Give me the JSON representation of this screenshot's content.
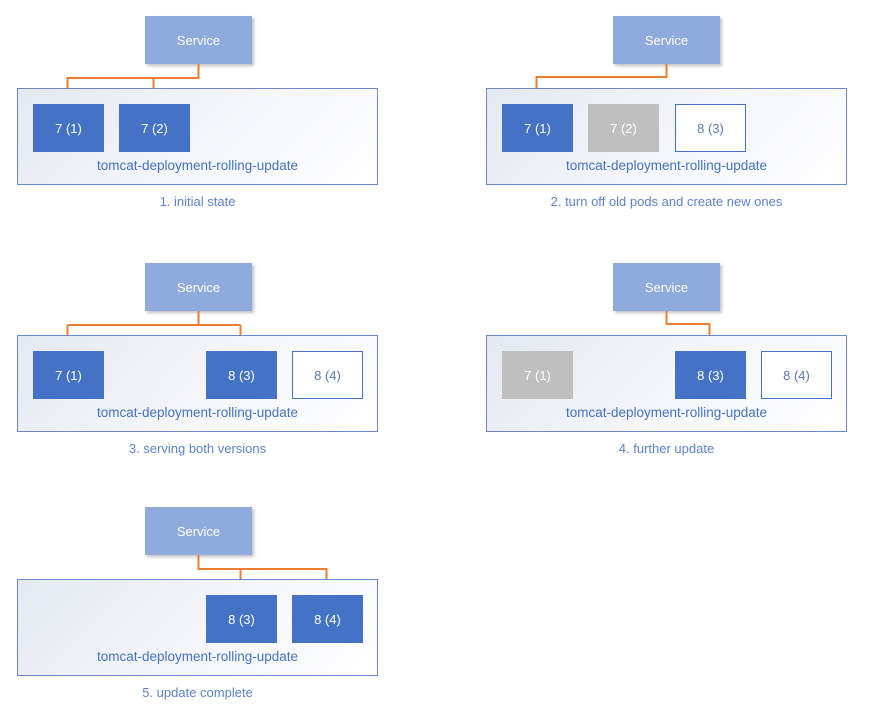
{
  "colors": {
    "pod_active_fill": "#4472C4",
    "pod_stopped_fill": "#BFBFBF",
    "pod_created_border": "#4472C4",
    "service_fill": "#8FAADC",
    "arrow": "#ED7D31",
    "deployment_label_text": "#4472C4",
    "caption_text": "#5B82C9"
  },
  "panels": [
    {
      "number": "1",
      "service_label": "Service",
      "deployment_label": "tomcat-deployment-rolling-update",
      "caption": "1. initial state",
      "pods": [
        {
          "label": "7 (1)",
          "state": "active"
        },
        {
          "label": "7 (2)",
          "state": "active"
        }
      ]
    },
    {
      "number": "2",
      "service_label": "Service",
      "deployment_label": "tomcat-deployment-rolling-update",
      "caption": "2. turn off old pods and create new ones",
      "pods": [
        {
          "label": "7 (1)",
          "state": "active"
        },
        {
          "label": "7 (2)",
          "state": "stopped"
        },
        {
          "label": "8 (3)",
          "state": "created"
        }
      ]
    },
    {
      "number": "3",
      "service_label": "Service",
      "deployment_label": "tomcat-deployment-rolling-update",
      "caption": "3. serving both versions",
      "pods": [
        {
          "label": "7 (1)",
          "state": "active"
        },
        {
          "label": "8 (3)",
          "state": "active"
        },
        {
          "label": "8 (4)",
          "state": "created"
        }
      ]
    },
    {
      "number": "4",
      "service_label": "Service",
      "deployment_label": "tomcat-deployment-rolling-update",
      "caption": "4. further update",
      "pods": [
        {
          "label": "7 (1)",
          "state": "stopped"
        },
        {
          "label": "8 (3)",
          "state": "active"
        },
        {
          "label": "8 (4)",
          "state": "created"
        }
      ]
    },
    {
      "number": "5",
      "service_label": "Service",
      "deployment_label": "tomcat-deployment-rolling-update",
      "caption": "5. update complete",
      "pods": [
        {
          "label": "8 (3)",
          "state": "active"
        },
        {
          "label": "8 (4)",
          "state": "active"
        }
      ]
    }
  ]
}
